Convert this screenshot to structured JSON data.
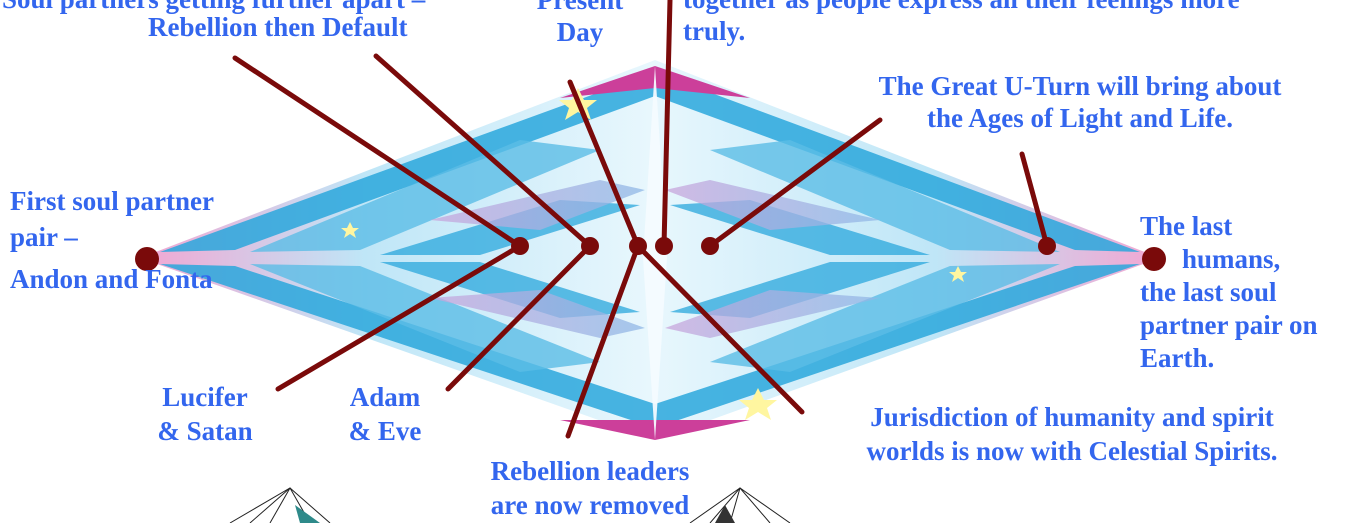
{
  "colors": {
    "label_text": "#3366ee",
    "leader_line": "#7a0a0a",
    "marker_dot": "#7a0a0a",
    "diamond_light": "#dff3fb",
    "diamond_mid": "#9fdaf2",
    "diamond_dark": "#2aa7dc",
    "diamond_pink": "#f2a6d2",
    "diamond_magenta": "#cc3f9a"
  },
  "labels": {
    "top_left_cut": "Soul partners getting further apart –",
    "rebellion_then_default": "Rebellion then Default",
    "present_day": [
      "Present",
      "Day"
    ],
    "top_right_cut": "together as people express all their feelings more",
    "truly": "truly.",
    "great_uturn": [
      "The Great U-Turn will bring about",
      "the Ages of Light and Life."
    ],
    "first_pair": [
      "First soul partner",
      "pair –",
      "Andon and Fonta"
    ],
    "last_humans": [
      "The last",
      "humans,",
      "the last soul",
      "partner pair on",
      "Earth."
    ],
    "lucifer": [
      "Lucifer",
      "& Satan"
    ],
    "adam": [
      "Adam",
      "& Eve"
    ],
    "rebellion_leaders": [
      "Rebellion leaders",
      "are now removed"
    ],
    "jurisdiction": [
      "Jurisdiction of humanity and spirit",
      "worlds is now with Celestial Spirits."
    ]
  },
  "markers": [
    "first-soul-pair",
    "lucifer-satan",
    "adam-eve",
    "rebellion-default",
    "present-day",
    "great-uturn",
    "ages-of-light",
    "last-humans"
  ]
}
